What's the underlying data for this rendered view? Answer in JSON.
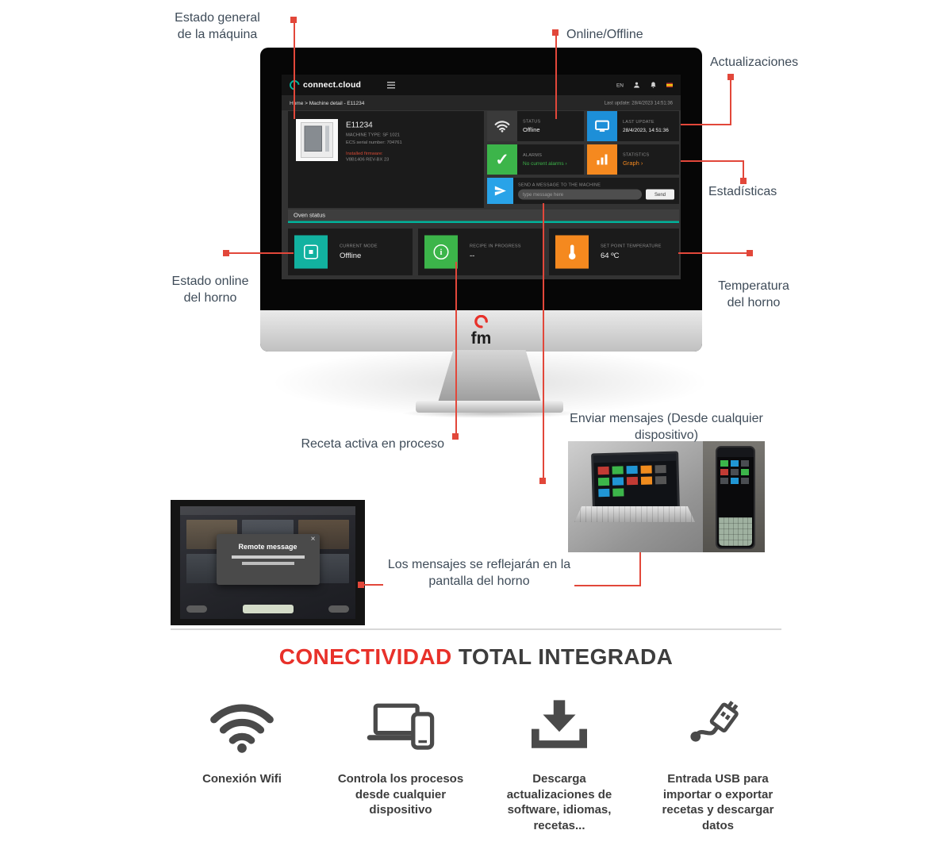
{
  "annotations": {
    "estado_general": "Estado  general\nde la máquina",
    "online_offline": "Online/Offline",
    "actualizaciones": "Actualizaciones",
    "estadisticas": "Estadísticas",
    "estado_online": "Estado online\ndel horno",
    "temperatura": "Temperatura\ndel horno",
    "receta": "Receta activa en proceso",
    "enviar_mensajes": "Enviar mensajes (Desde cualquier\ndispositivo)",
    "mensajes_pantalla": "Los mensajes se reflejarán en la\npantalla del horno"
  },
  "dashboard": {
    "logo": "connect.cloud",
    "menu": {
      "lang": "EN"
    },
    "breadcrumb": "Home > Machine detail - E11234",
    "last_update_bar": "Last update: 28/4/2023 14:51:36",
    "machine": {
      "id": "E11234",
      "type": "MACHINE TYPE: SF 1021",
      "serial": "ECS serial number: 704761",
      "firmware_label": "Installed firmware:",
      "firmware": "V8B1406 REV-BX 23"
    },
    "tiles": {
      "status": {
        "label": "STATUS",
        "value": "Offline"
      },
      "last_update": {
        "label": "LAST UPDATE",
        "value": "28/4/2023, 14:51:36"
      },
      "alarms": {
        "label": "ALARMS",
        "value": "No current alarms  ›"
      },
      "statistics": {
        "label": "STATISTICS",
        "value": "Graph  ›"
      },
      "message": {
        "label": "SEND A MESSAGE TO THE MACHINE",
        "placeholder": "type message here",
        "send": "Send"
      }
    },
    "oven_status_title": "Oven status",
    "bottom_tiles": {
      "current_mode": {
        "label": "CURRENT MODE",
        "value": "Offline"
      },
      "recipe": {
        "label": "RECIPE IN PROGRESS",
        "value": "--"
      },
      "setpoint": {
        "label": "SET POINT TEMPERATURE",
        "value": "64 ºC"
      }
    }
  },
  "brand": {
    "fm": "fm"
  },
  "oven_screen": {
    "modal_title": "Remote message",
    "modal_close": "×"
  },
  "section": {
    "title_red": "CONECTIVIDAD",
    "title_dark": " TOTAL INTEGRADA",
    "features": [
      {
        "caption": "Conexión Wifi"
      },
      {
        "caption": "Controla los procesos\ndesde cualquier\ndispositivo"
      },
      {
        "caption": "Descarga\nactualizaciones de\nsoftware, idiomas,\nrecetas..."
      },
      {
        "caption": "Entrada USB para\nimportar o exportar\nrecetas y descargar\ndatos"
      }
    ]
  },
  "glyphs": {
    "check": "✓",
    "info": "i"
  },
  "colors": {
    "accent_red": "#e2473a",
    "teal": "#00b39b",
    "green": "#3cb54a",
    "orange": "#f5891f",
    "blue": "#2196d4"
  }
}
